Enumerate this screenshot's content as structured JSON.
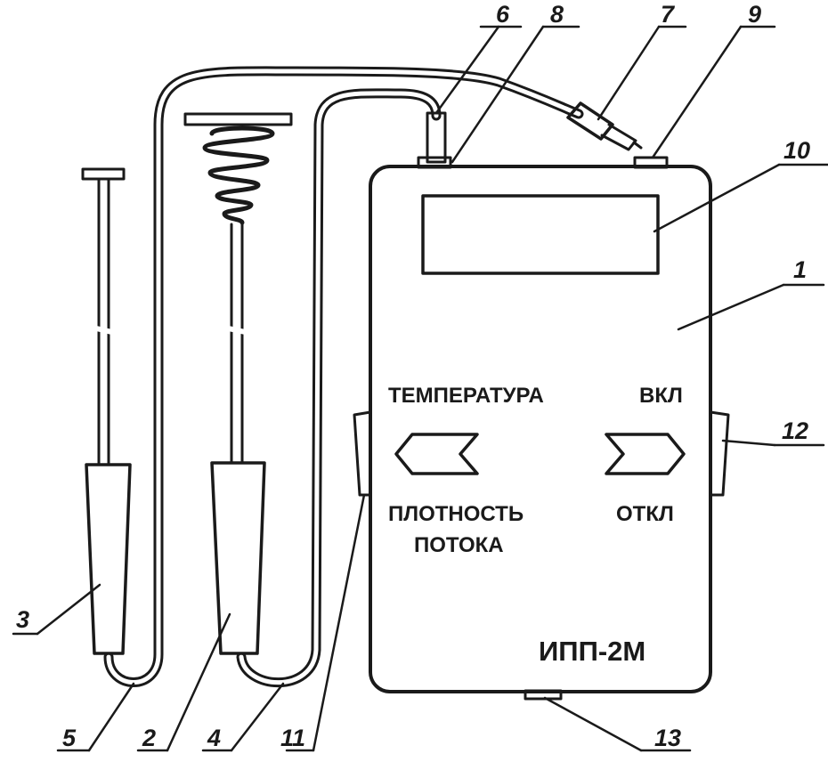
{
  "device": {
    "model": "ИПП-2М",
    "switch_left": {
      "top_label": "ТЕМПЕРАТУРА",
      "bottom_label_line1": "ПЛОТНОСТЬ",
      "bottom_label_line2": "ПОТОКА"
    },
    "switch_right": {
      "top_label": "ВКЛ",
      "bottom_label": "ОТКЛ"
    }
  },
  "callouts": [
    "1",
    "2",
    "3",
    "4",
    "5",
    "6",
    "7",
    "8",
    "9",
    "10",
    "11",
    "12",
    "13"
  ]
}
